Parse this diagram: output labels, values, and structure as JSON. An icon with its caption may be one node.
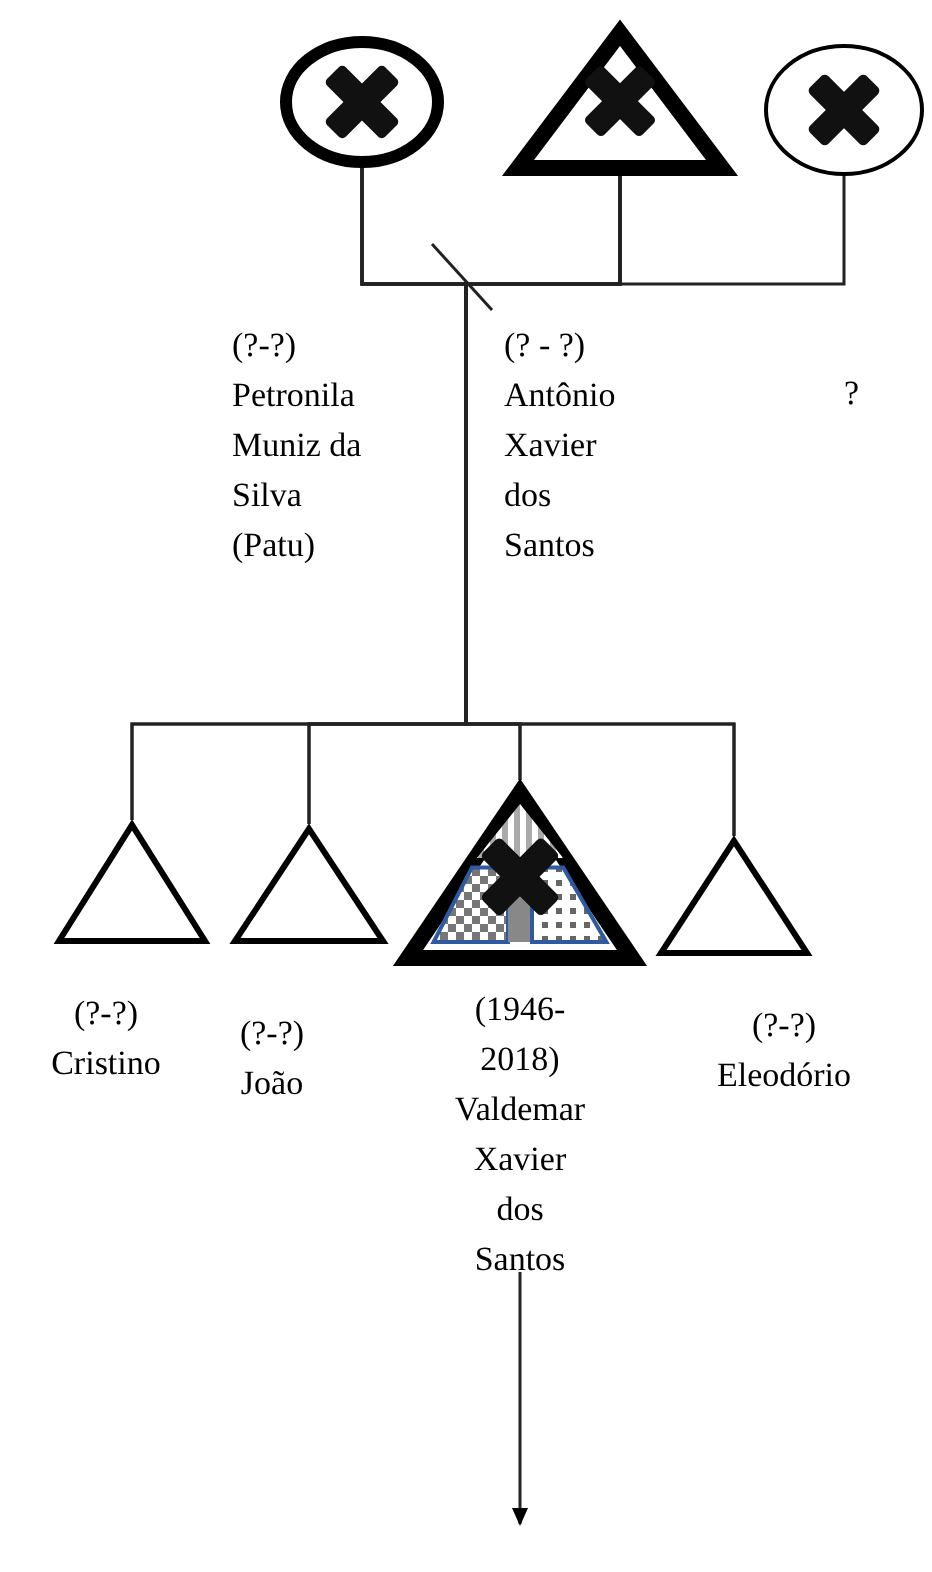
{
  "diagram": {
    "nodes": [
      {
        "text": [],
        "shape": "circle",
        "beside": [
          "(?-?)",
          "Petronila Muniz da Silva (Patu)"
        ]
      },
      {
        "text": [],
        "shape": "triangle",
        "beside": [
          "(? - ?)",
          "Antônio Xavier dos Santos"
        ]
      },
      {
        "text": [],
        "shape": "circle"
      },
      {
        "text": [],
        "shape": "triangle",
        "beside": [
          "(?-?)",
          "Cristino"
        ]
      },
      {
        "text": [],
        "shape": "triangle",
        "beside": [
          "(?-?)",
          "João"
        ]
      },
      {
        "text": [],
        "shape": "triangle",
        "beside": [
          "(1946-2018)",
          "Valdemar Xavier dos Santos"
        ]
      },
      {
        "text": [],
        "shape": "triangle",
        "beside": [
          "(?-?)",
          "Eleodório"
        ]
      }
    ],
    "edges": [
      {
        "from": 0,
        "to": 1,
        "arrow": "none"
      },
      {
        "from": 1,
        "to": 2,
        "arrow": "none"
      },
      {
        "from": 0,
        "to": 3,
        "arrow": "none"
      },
      {
        "from": 0,
        "to": 4,
        "arrow": "none"
      },
      {
        "from": 0,
        "to": 5,
        "arrow": "none"
      },
      {
        "from": 0,
        "to": 6,
        "arrow": "none"
      },
      {
        "from": 1,
        "to": 3,
        "arrow": "none"
      },
      {
        "from": 1,
        "to": 4,
        "arrow": "none"
      },
      {
        "from": 1,
        "to": 5,
        "arrow": "none"
      },
      {
        "from": 1,
        "to": 6,
        "arrow": "none"
      },
      {
        "from": 5,
        "to": null,
        "arrow": "to"
      }
    ],
    "labels": [
      "?"
    ]
  }
}
